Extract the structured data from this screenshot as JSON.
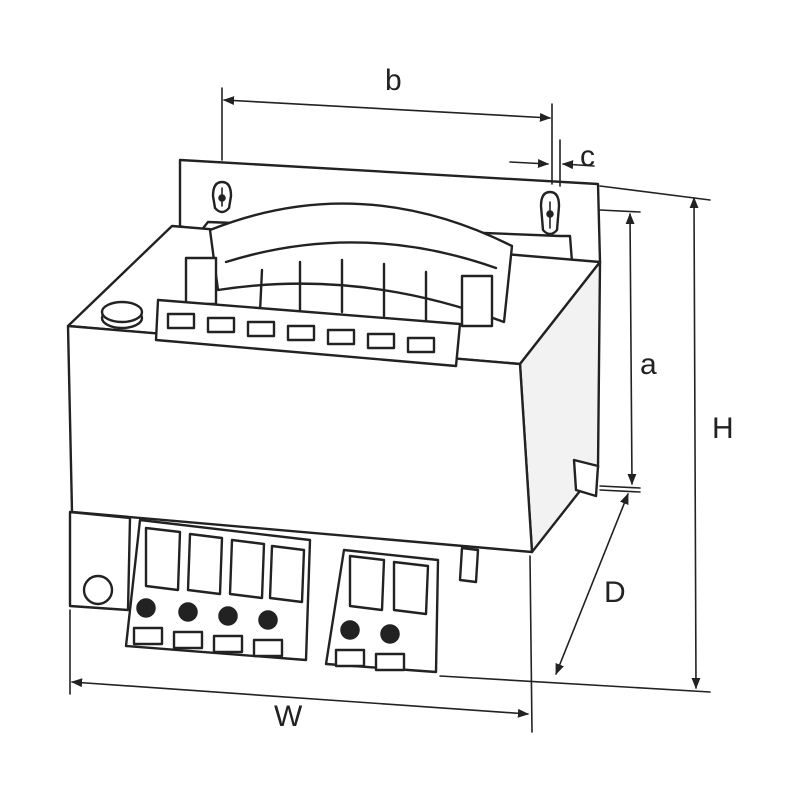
{
  "title": "",
  "dimension_labels": {
    "b": "b",
    "c": "c",
    "a": "a",
    "H": "H",
    "D": "D",
    "W": "W"
  },
  "colors": {
    "line": "#222222",
    "background": "#ffffff"
  }
}
